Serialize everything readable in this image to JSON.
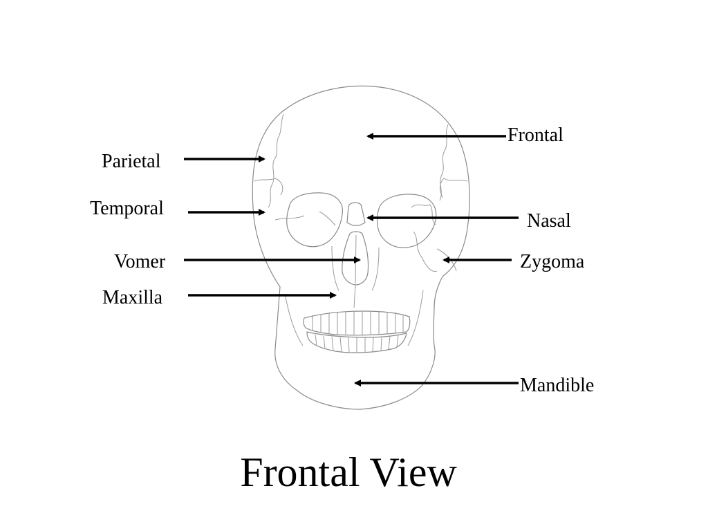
{
  "labels": {
    "frontal": "Frontal",
    "parietal": "Parietal",
    "temporal": "Temporal",
    "nasal": "Nasal",
    "vomer": "Vomer",
    "zygoma": "Zygoma",
    "maxilla": "Maxilla",
    "mandible": "Mandible"
  },
  "title": "Frontal View",
  "colors": {
    "outline": "#8a8a8a",
    "arrow": "#000000",
    "background": "#ffffff"
  }
}
